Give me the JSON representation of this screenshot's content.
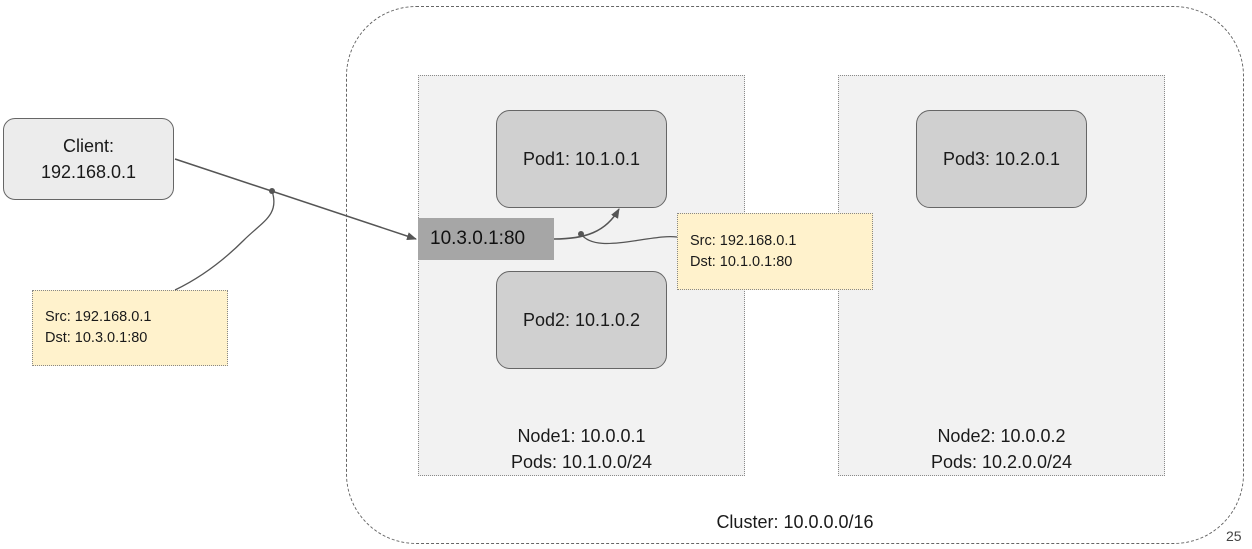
{
  "cluster": {
    "label": "Cluster: 10.0.0.0/16"
  },
  "nodes": [
    {
      "name": "Node1: 10.0.0.1",
      "pods_cidr": "Pods: 10.1.0.0/24"
    },
    {
      "name": "Node2: 10.0.0.2",
      "pods_cidr": "Pods: 10.2.0.0/24"
    }
  ],
  "pods": [
    {
      "label": "Pod1: 10.1.0.1"
    },
    {
      "label": "Pod2: 10.1.0.2"
    },
    {
      "label": "Pod3: 10.2.0.1"
    }
  ],
  "client": {
    "line1": "Client:",
    "line2": "192.168.0.1"
  },
  "service": {
    "label": "10.3.0.1:80"
  },
  "notes": [
    {
      "src": "Src: 192.168.0.1",
      "dst": "Dst: 10.3.0.1:80"
    },
    {
      "src": "Src: 192.168.0.1",
      "dst": "Dst: 10.1.0.1:80"
    }
  ],
  "page_number": "25"
}
